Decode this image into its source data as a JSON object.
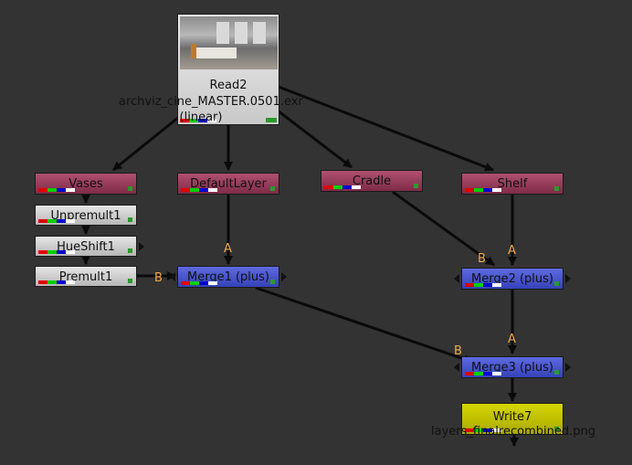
{
  "colors": {
    "background": "#333333",
    "layer_node": "#9a3d5c",
    "merge_node": "#4450cc",
    "write_node": "#c7c700",
    "pipe": "#0a0a0a",
    "input_label": "#f0a94a"
  },
  "nodes": {
    "read2": {
      "name": "Read2",
      "file": "archviz_cine_MASTER.0501.exr",
      "colorspace": "(linear)"
    },
    "vases": {
      "name": "Vases"
    },
    "default_layer": {
      "name": "DefaultLayer"
    },
    "cradle": {
      "name": "Cradle"
    },
    "shelf": {
      "name": "Shelf"
    },
    "unpremult1": {
      "name": "Unpremult1"
    },
    "hueshift1": {
      "name": "HueShift1"
    },
    "premult1": {
      "name": "Premult1"
    },
    "merge1": {
      "name": "Merge1 (plus)"
    },
    "merge2": {
      "name": "Merge2 (plus)"
    },
    "merge3": {
      "name": "Merge3 (plus)"
    },
    "write7": {
      "name": "Write7",
      "file": "layers_finalrecombined.png"
    }
  },
  "inputs": {
    "merge1_a": "A",
    "merge1_b": "B",
    "merge2_a": "A",
    "merge2_b": "B",
    "merge3_a": "A",
    "merge3_b": "B"
  }
}
